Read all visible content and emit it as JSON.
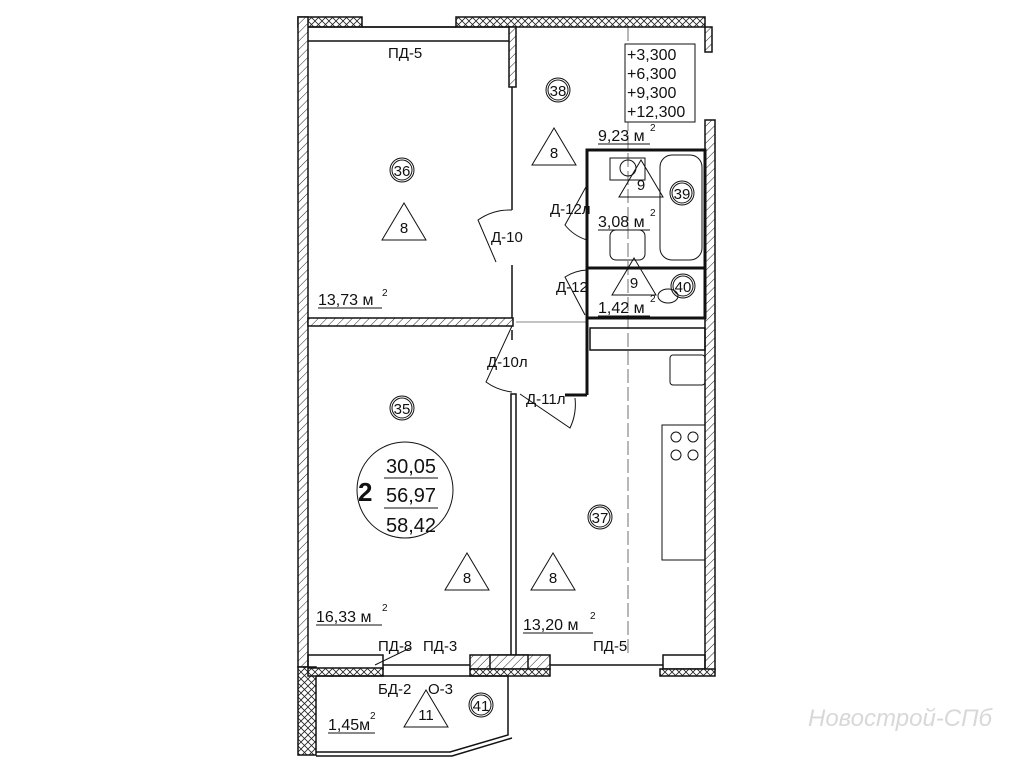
{
  "plan": {
    "apartment": {
      "rooms_count": "2",
      "living_area": "30,05",
      "total_area": "56,97",
      "total_with_balcony": "58,42"
    },
    "rooms": [
      {
        "id": "36",
        "area": "13,73 м",
        "finish": "8"
      },
      {
        "id": "38",
        "area": "9,23 м",
        "finish": "8"
      },
      {
        "id": "39",
        "area": "3,08 м",
        "finish": "9"
      },
      {
        "id": "40",
        "area": "1,42 м",
        "finish": "9"
      },
      {
        "id": "35",
        "area": "16,33 м",
        "finish": "8"
      },
      {
        "id": "37",
        "area": "13,20 м",
        "finish": "8"
      },
      {
        "id": "41",
        "area": "1,45м",
        "finish": "11"
      }
    ],
    "sup": "2",
    "levels": [
      "+3,300",
      "+6,300",
      "+9,300",
      "+12,300"
    ],
    "doors": {
      "pd5_top": "ПД-5",
      "d10": "Д-10",
      "d12l": "Д-12л",
      "d12": "Д-12",
      "d10l": "Д-10л",
      "d11l": "Д-11л",
      "pd8": "ПД-8",
      "pd3": "ПД-3",
      "pd5_bottom": "ПД-5",
      "bd2": "БД-2",
      "o3": "О-3"
    },
    "watermark": "Новострой-СПб"
  }
}
